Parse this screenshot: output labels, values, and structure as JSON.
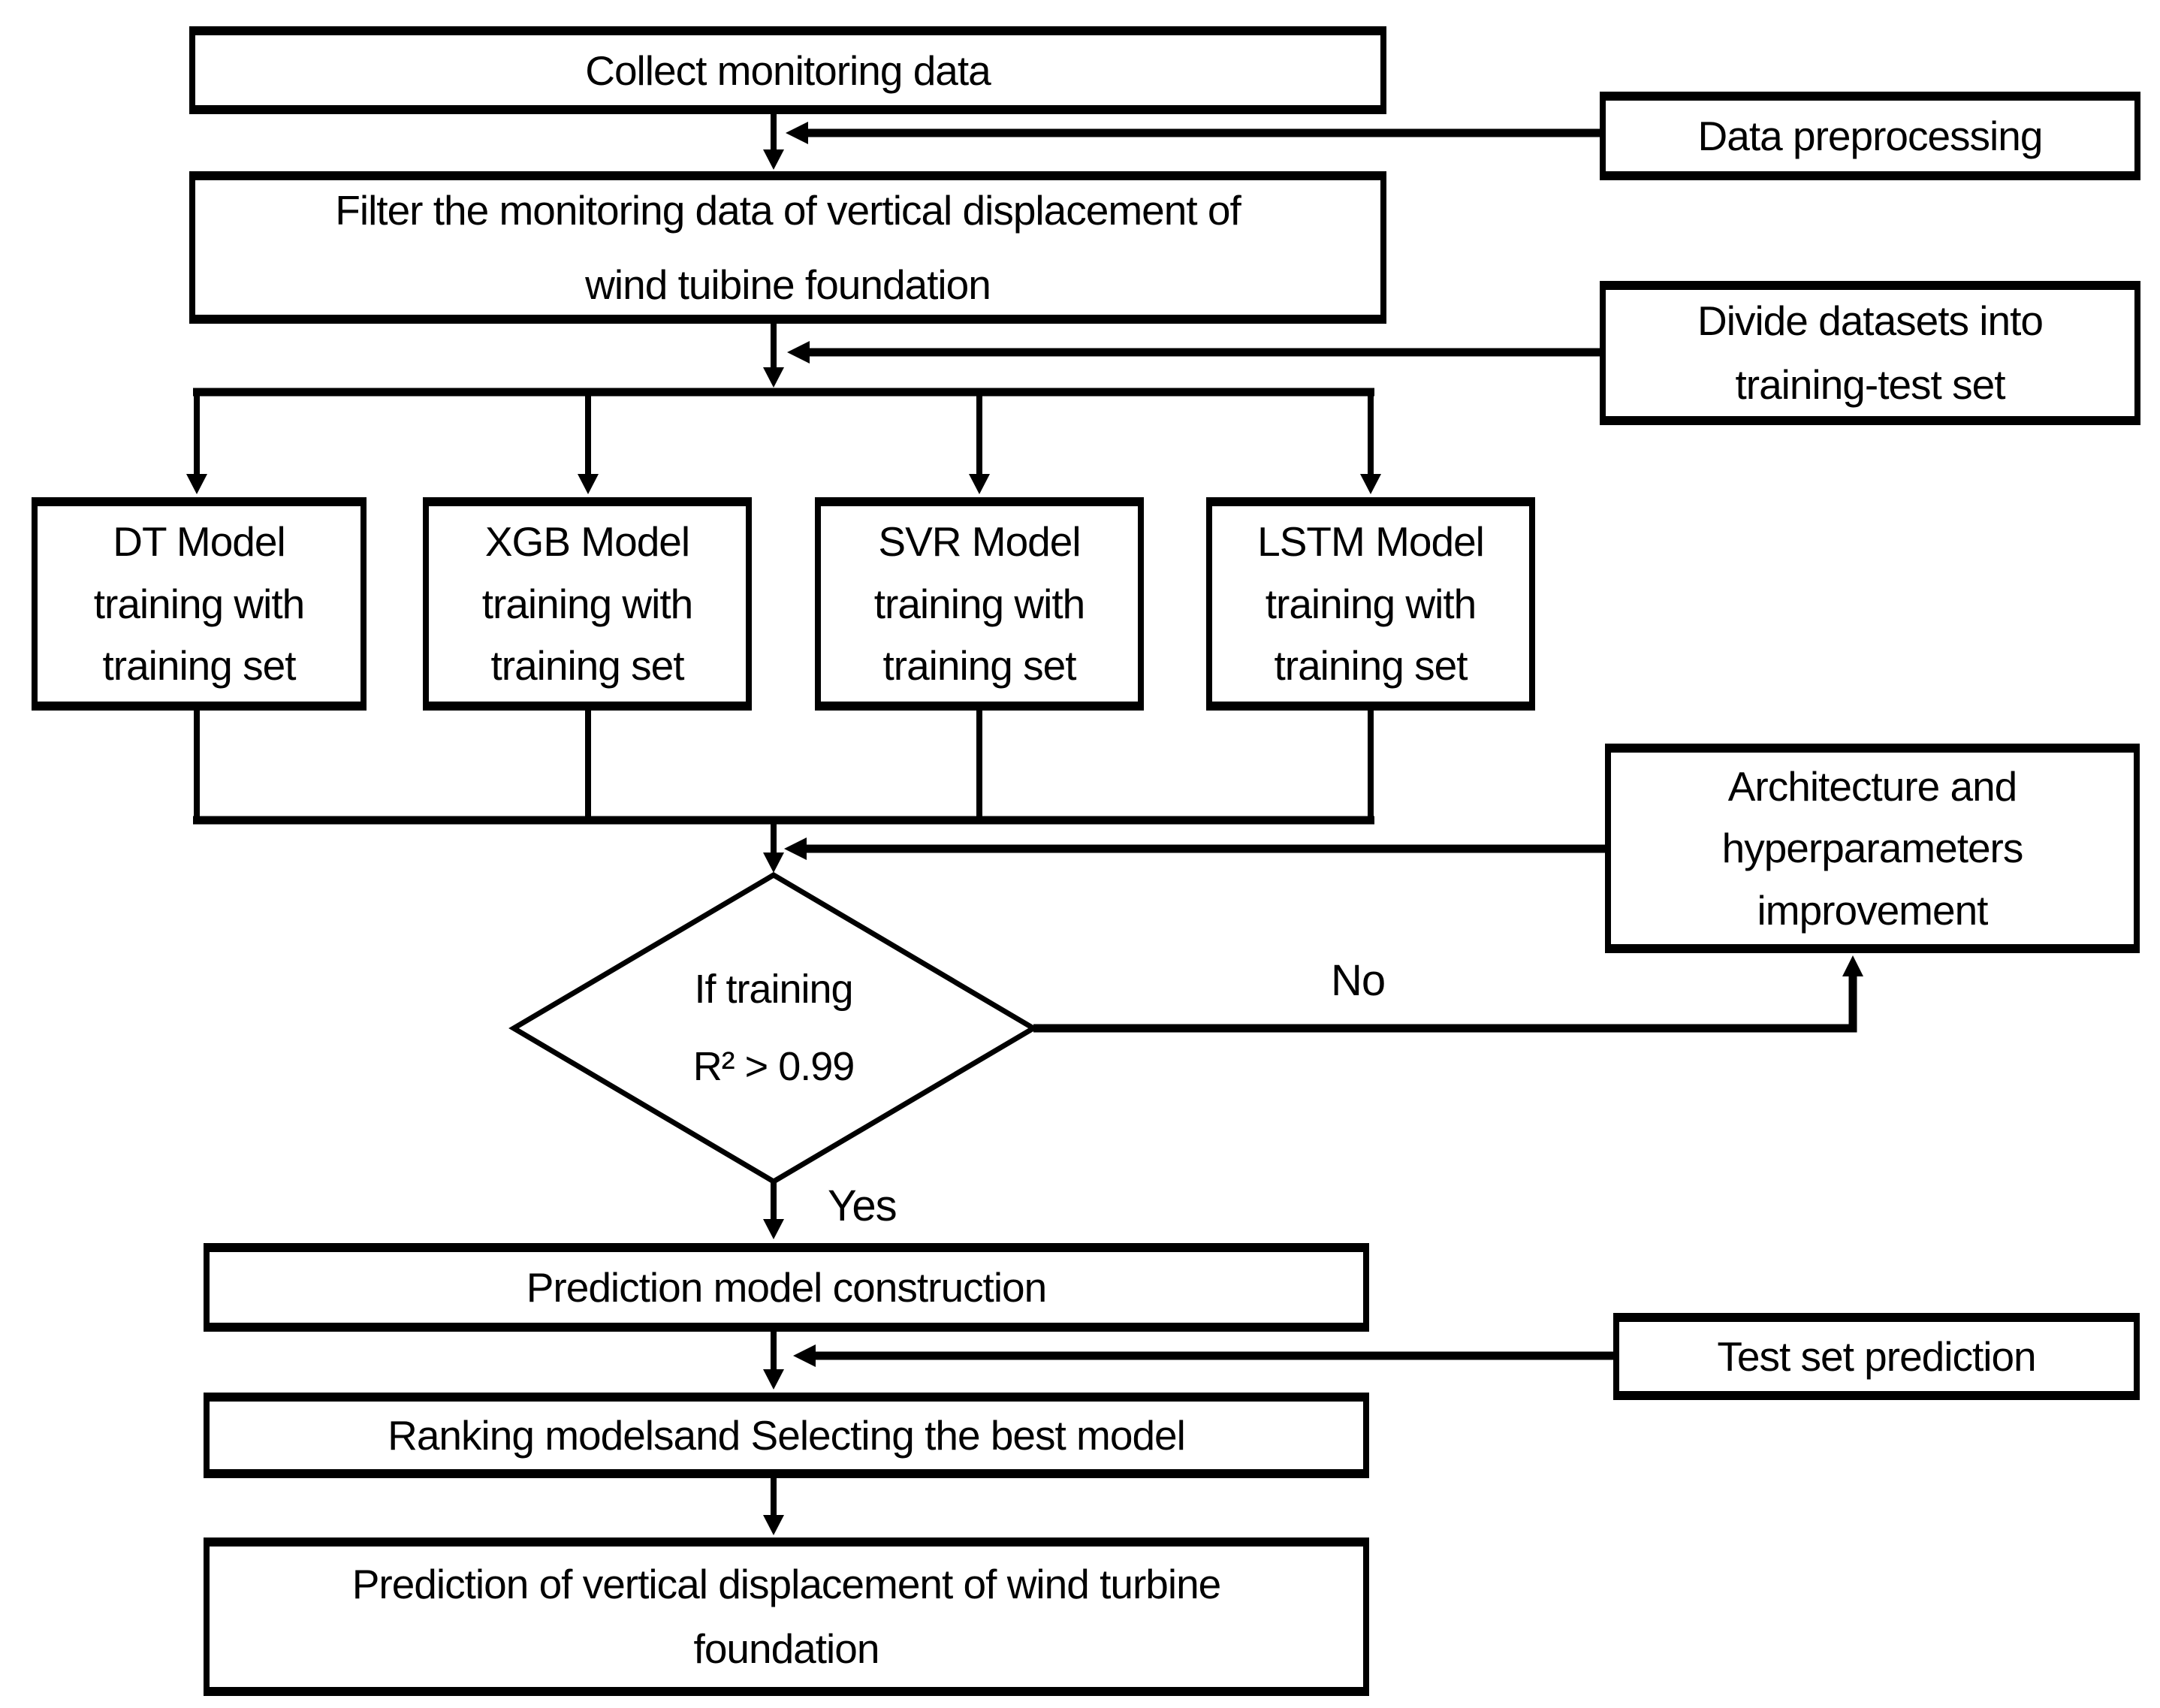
{
  "diagram": {
    "colors": {
      "line": "#000000",
      "box_fill": "#ffffff",
      "text": "#000000"
    },
    "nodes": {
      "collect": {
        "label": "Collect monitoring data"
      },
      "data_preprocessing": {
        "label": "Data preprocessing"
      },
      "filter": {
        "lines": [
          "Filter the monitoring data of vertical displacement of",
          "wind tuibine foundation"
        ]
      },
      "divide": {
        "lines": [
          "Divide datasets into",
          "training-test set"
        ]
      },
      "dt_model": {
        "lines": [
          "DT Model",
          "training with",
          "training set"
        ]
      },
      "xgb_model": {
        "lines": [
          "XGB Model",
          "training with",
          "training set"
        ]
      },
      "svr_model": {
        "lines": [
          "SVR Model",
          "training with",
          "training set"
        ]
      },
      "lstm_model": {
        "lines": [
          "LSTM Model",
          "training with",
          "training set"
        ]
      },
      "architecture": {
        "lines": [
          "Architecture and",
          "hyperparameters",
          "improvement"
        ]
      },
      "decision": {
        "lines": [
          "If training",
          "R² > 0.99"
        ]
      },
      "prediction_model": {
        "label": "Prediction model construction"
      },
      "test_set": {
        "label": "Test set prediction"
      },
      "ranking": {
        "label": "Ranking modelsand Selecting the best model"
      },
      "final_prediction": {
        "lines": [
          "Prediction of vertical displacement of wind turbine",
          "foundation"
        ]
      }
    },
    "edge_labels": {
      "yes": "Yes",
      "no": "No"
    }
  }
}
